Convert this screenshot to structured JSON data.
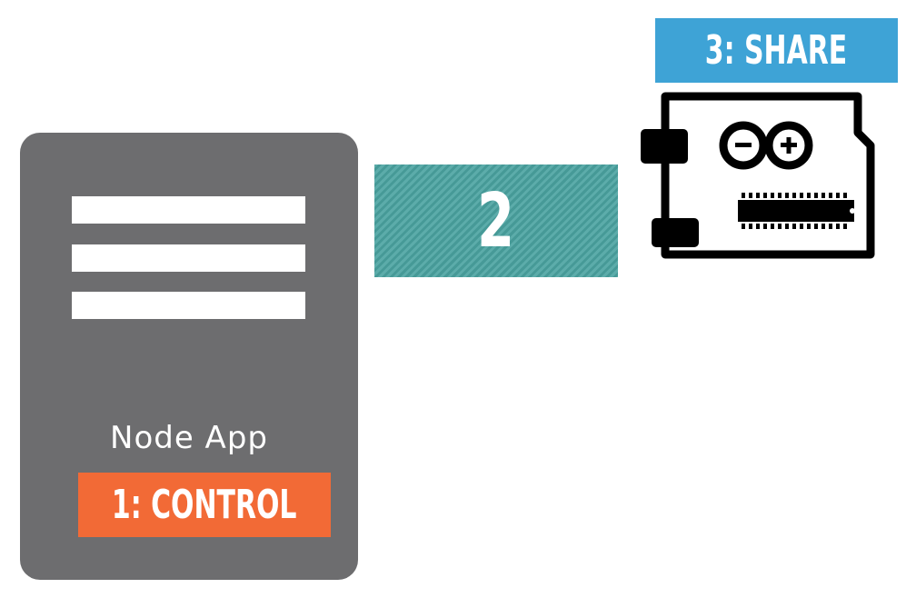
{
  "node_app": {
    "name": "Node App",
    "step_label": "1: CONTROL"
  },
  "transfer": {
    "step_label": "2"
  },
  "arduino": {
    "step_label": "3: SHARE"
  },
  "colors": {
    "app_card": "#6d6d6f",
    "control": "#f26a36",
    "transfer": "#4aa3a0",
    "share": "#3ea3d6",
    "board": "#000000"
  },
  "icons": {
    "app_icon": "document-lines-icon",
    "board_icon": "arduino-board-icon",
    "board_logo": "arduino-infinity-logo-icon"
  }
}
